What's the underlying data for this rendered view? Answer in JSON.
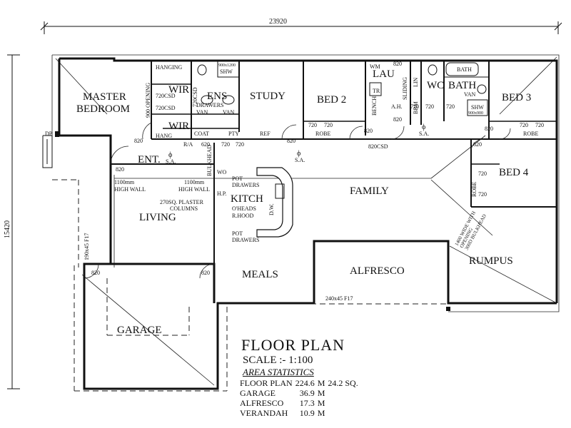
{
  "overall_width": "23920",
  "overall_depth": "15420",
  "rooms": {
    "master": "MASTER",
    "bedroom": "BEDROOM",
    "wir": "WIR",
    "ens": "ENS",
    "study": "STUDY",
    "bed2": "BED 2",
    "lau": "LAU",
    "wc": "WC",
    "bath": "BATH",
    "bed3": "BED 3",
    "bed4": "BED 4",
    "ent": "ENT.",
    "living": "LIVING",
    "kitch": "KITCH",
    "family": "FAMILY",
    "meals": "MEALS",
    "alfresco": "ALFRESCO",
    "rumpus": "RUMPUS",
    "garage": "GARAGE"
  },
  "notes": {
    "hanging": "HANGING",
    "opening": "900 OPENING",
    "csd720a": "720CSD",
    "csd720b": "720CSD",
    "csd720c": "720CSD",
    "wir2": "WIR",
    "hang": "HANG",
    "coat": "COAT",
    "pty": "PTY",
    "ref": "REF",
    "ra": "R/A",
    "d620": "620",
    "drawers": "DRAWERS",
    "van": "VAN",
    "van2": "VAN",
    "shw": "SHW",
    "shw_size": "900x1200",
    "bath_tub": "BATH",
    "van3": "VAN",
    "shw2": "SHW",
    "shw2_size": "900x900",
    "wm": "WM",
    "sliding": "SLIDING",
    "lin": "LIN",
    "brm": "BRM",
    "bench": "BENCH",
    "tr": "TR",
    "ah": "A.H.",
    "robe": "ROBE",
    "robe2": "ROBE",
    "robe3": "ROBE",
    "sa": "S.A.",
    "phi": "ϕ",
    "csd820": "820CSD",
    "bulkhead": "BULKHEAD",
    "wo": "WO",
    "pot_drawers": "POT",
    "pot_drawers2": "DRAWERS",
    "hp": "H.P.",
    "oheads": "O'HEADS",
    "rhood": "R.HOOD",
    "pot2": "POT",
    "drawers2": "DRAWERS",
    "dw": "D.W.",
    "highwall_a": "1100mm",
    "highwall_b": "HIGH WALL",
    "highwall_c": "1100mm",
    "highwall_d": "HIGH WALL",
    "columns_a": "270SQ. PLASTER",
    "columns_b": "COLUMNS",
    "dp": "DP",
    "beam": "190x45 F17",
    "beam2": "240x45 F17",
    "rumpus_open_a": "1400 WIDE WITH",
    "rumpus_open_b": "OPENING",
    "rumpus_open_c": "300D BULKHEAD"
  },
  "doors": {
    "d820": "820",
    "d720": "720"
  },
  "legend": {
    "title": "FLOOR PLAN",
    "scale": "SCALE :- 1:100",
    "heading": "AREA STATISTICS",
    "rows": [
      {
        "label": "FLOOR PLAN",
        "value": "224.6",
        "unit": "M",
        "extra": "24.2 SQ."
      },
      {
        "label": "GARAGE",
        "value": "36.9",
        "unit": "M",
        "extra": ""
      },
      {
        "label": "ALFRESCO",
        "value": "17.3",
        "unit": "M",
        "extra": ""
      },
      {
        "label": "VERANDAH",
        "value": "10.9",
        "unit": "M",
        "extra": ""
      }
    ]
  }
}
